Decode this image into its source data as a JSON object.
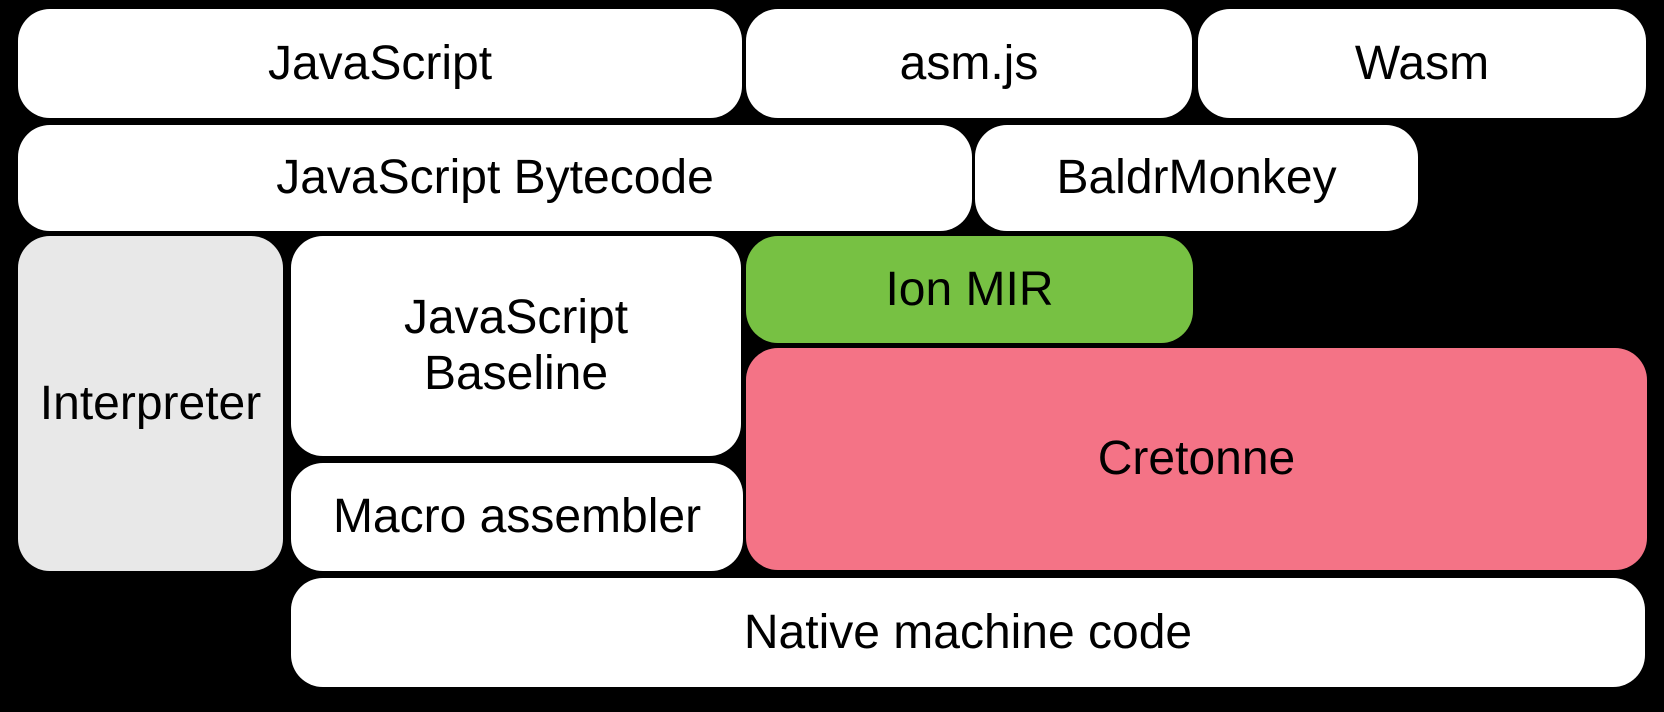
{
  "diagram": {
    "colors": {
      "canvas_bg": "#000000",
      "text": "#000000",
      "box_white": "#ffffff",
      "box_gray": "#e8e8e8",
      "box_green": "#77c143",
      "box_pink": "#f47386"
    },
    "boxes": {
      "javascript": {
        "label": "JavaScript"
      },
      "asmjs": {
        "label": "asm.js"
      },
      "wasm": {
        "label": "Wasm"
      },
      "bytecode": {
        "label": "JavaScript Bytecode"
      },
      "baldrmonkey": {
        "label": "BaldrMonkey"
      },
      "interpreter": {
        "label": "Interpreter"
      },
      "baseline": {
        "label": "JavaScript\nBaseline"
      },
      "ionmir": {
        "label": "Ion MIR"
      },
      "cretonne": {
        "label": "Cretonne"
      },
      "macro": {
        "label": "Macro assembler"
      },
      "native": {
        "label": "Native machine code"
      }
    }
  }
}
